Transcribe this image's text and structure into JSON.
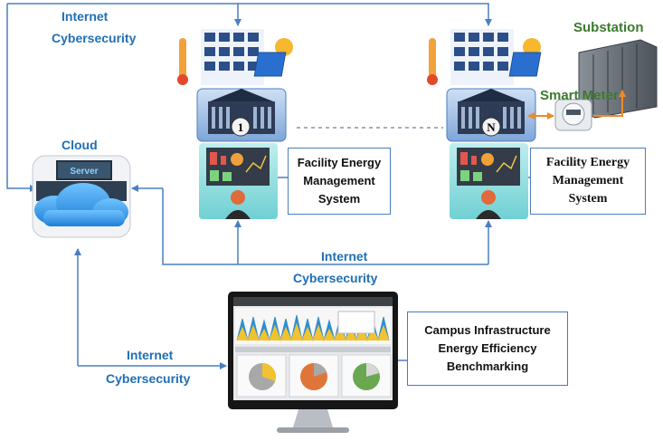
{
  "labels": {
    "internet_top": "Internet",
    "cyber_top": "Cybersecurity",
    "cloud": "Cloud",
    "substation": "Substation",
    "smart_meter": "Smart Meter",
    "building_1_num": "1",
    "building_n_num": "N",
    "internet_mid": "Internet",
    "cyber_mid": "Cybersecurity",
    "internet_bottom": "Internet",
    "cyber_bottom": "Cybersecurity",
    "cloud_screen": "Server"
  },
  "fems_1": {
    "line1": "Facility Energy",
    "line2": "Management",
    "line3": "System"
  },
  "fems_n": {
    "line1": "Facility Energy",
    "line2": "Management",
    "line3": "System"
  },
  "benchmark": {
    "line1": "Campus Infrastructure",
    "line2": "Energy Efficiency",
    "line3": "Benchmarking"
  },
  "colors": {
    "connector": "#4a7fc0",
    "label_blue": "#1f6fb5",
    "label_green": "#3c7a2e",
    "meter_arrow": "#f08a24"
  }
}
